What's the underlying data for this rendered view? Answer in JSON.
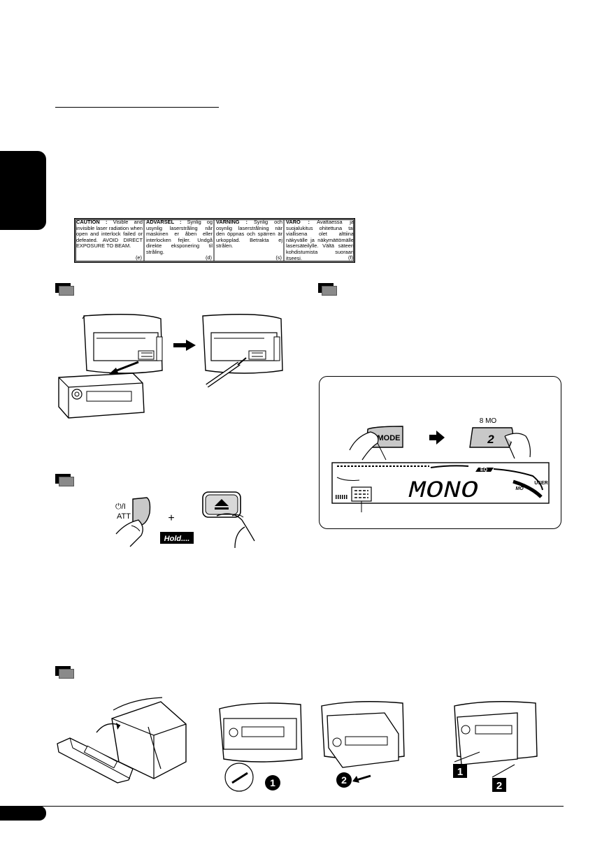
{
  "caution": {
    "cells": [
      {
        "heading": "CAUTION :",
        "text": "Visible and invisible laser radiation when open and interlock failed or defeated. AVOID DIRECT EXPOSURE TO BEAM.",
        "code": "(e)"
      },
      {
        "heading": "ADVARSEL :",
        "text": "Synlig og usynlig laserstråling når maskinen er åben eller interlocken fejler. Undgå direkte eksponering til stråling.",
        "code": "(d)"
      },
      {
        "heading": "VARNING :",
        "text": "Synlig och osynlig laserstrålning när den öppnas och spärren är urkopplad. Betrakta ej strålen.",
        "code": "(s)"
      },
      {
        "heading": "VARO :",
        "text": "Avattaessa ja suojalukitus ohitettuna tai viallisena olet alttiina näkyvälle ja näkymättömälle lasersäteilylle. Vältä säteen kohdistumista suoraan itseesi.",
        "code": "(f)"
      }
    ]
  },
  "illustrations": {
    "arrow_symbol": "➡",
    "att_label_top": "⏻/I",
    "att_label_bottom": "ATT",
    "plus": "+",
    "hold_label": "Hold....",
    "mode_label": "MODE",
    "preset_top_label": "8  MO",
    "preset_number": "2",
    "display_text": "MONO",
    "display_mo": "MO",
    "display_user": "USER",
    "display_eq": "EQ",
    "step_one": "1",
    "step_two": "2"
  },
  "colors": {
    "ink": "#000000",
    "grey_fill": "#c8c8c8",
    "section_icon_grey": "#8a8a8a"
  }
}
